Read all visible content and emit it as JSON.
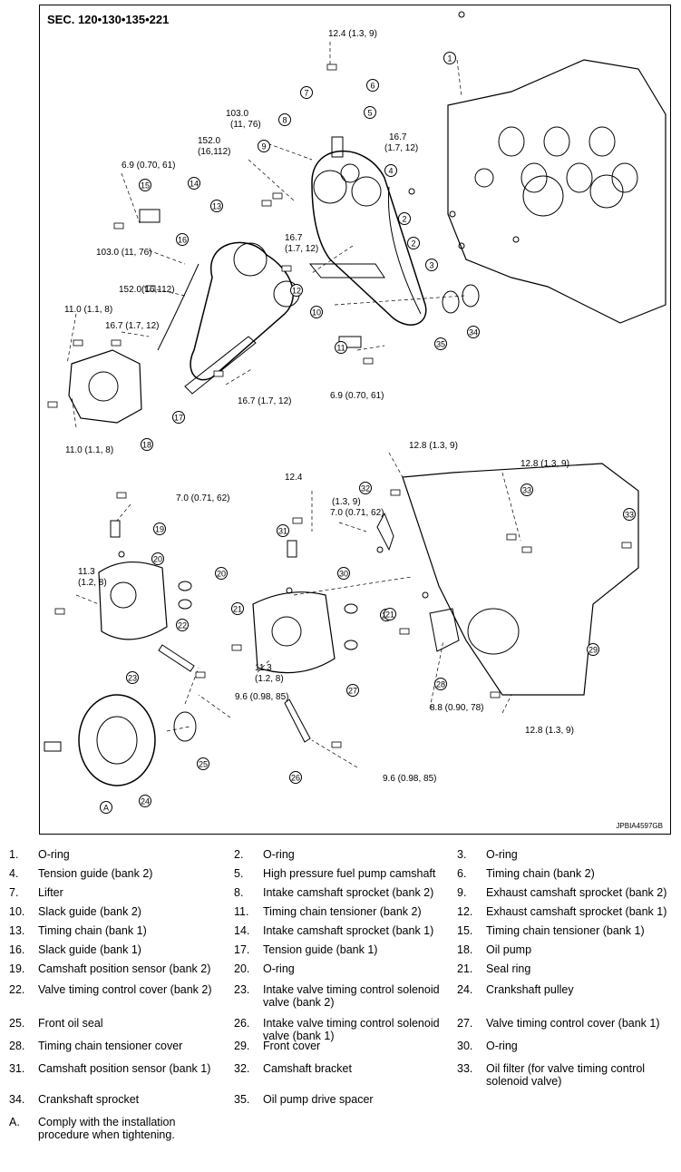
{
  "diagram": {
    "section": "SEC. 120•130•135•221",
    "code": "JPBIA4597GB",
    "torques": [
      "12.4 (1.3, 9)",
      "103.0",
      "(11, 76)",
      "152.0",
      "(16,112)",
      "6.9 (0.70, 61)",
      "16.7",
      "(1.7, 12)",
      "16.7",
      "(1.7, 12)",
      "103.0 (11, 76)",
      "152.0(16,112)",
      "11.0 (1.1, 8)",
      "16.7 (1.7, 12)",
      "16.7 (1.7, 12)",
      "6.9 (0.70, 61)",
      "11.0 (1.1, 8)",
      "12.8 (1.3, 9)",
      "12.8 (1.3, 9)",
      "7.0 (0.71, 62)",
      "12.4",
      "(1.3, 9)",
      "7.0 (0.71, 62)",
      "11.3",
      "(1.2, 8)",
      "11.3",
      "(1.2, 8)",
      "9.6 (0.98, 85)",
      "8.8 (0.90, 78)",
      "12.8 (1.3, 9)",
      "9.6 (0.98, 85)"
    ],
    "callouts": [
      "1",
      "2",
      "2",
      "3",
      "4",
      "5",
      "6",
      "7",
      "8",
      "9",
      "10",
      "11",
      "12",
      "13",
      "14",
      "15",
      "16",
      "17",
      "18",
      "19",
      "20",
      "20",
      "21",
      "21",
      "21",
      "22",
      "23",
      "24",
      "25",
      "26",
      "27",
      "28",
      "29",
      "30",
      "31",
      "32",
      "33",
      "33",
      "34",
      "35",
      "A"
    ]
  },
  "legend": [
    [
      {
        "n": "1.",
        "t": "O-ring"
      },
      {
        "n": "2.",
        "t": "O-ring"
      },
      {
        "n": "3.",
        "t": "O-ring"
      }
    ],
    [
      {
        "n": "4.",
        "t": "Tension guide (bank 2)"
      },
      {
        "n": "5.",
        "t": "High pressure fuel pump camshaft"
      },
      {
        "n": "6.",
        "t": "Timing chain (bank 2)"
      }
    ],
    [
      {
        "n": "7.",
        "t": "Lifter"
      },
      {
        "n": "8.",
        "t": "Intake camshaft sprocket (bank 2)"
      },
      {
        "n": "9.",
        "t": "Exhaust camshaft sprocket (bank 2)"
      }
    ],
    [
      {
        "n": "10.",
        "t": "Slack guide (bank 2)"
      },
      {
        "n": "11.",
        "t": "Timing chain tensioner (bank 2)"
      },
      {
        "n": "12.",
        "t": "Exhaust camshaft sprocket (bank 1)"
      }
    ],
    [
      {
        "n": "13.",
        "t": "Timing chain (bank 1)"
      },
      {
        "n": "14.",
        "t": "Intake camshaft sprocket (bank 1)"
      },
      {
        "n": "15.",
        "t": "Timing chain tensioner (bank 1)"
      }
    ],
    [
      {
        "n": "16.",
        "t": "Slack guide (bank 1)"
      },
      {
        "n": "17.",
        "t": "Tension guide (bank 1)"
      },
      {
        "n": "18.",
        "t": "Oil pump"
      }
    ],
    [
      {
        "n": "19.",
        "t": "Camshaft position sensor (bank 2)"
      },
      {
        "n": "20.",
        "t": "O-ring"
      },
      {
        "n": "21.",
        "t": "Seal ring"
      }
    ],
    [
      {
        "n": "22.",
        "t": "Valve timing control cover (bank 2)"
      },
      {
        "n": "23.",
        "t": "Intake valve timing control solenoid valve (bank 2)"
      },
      {
        "n": "24.",
        "t": "Crankshaft pulley"
      }
    ],
    [
      {
        "n": "25.",
        "t": "Front oil seal"
      },
      {
        "n": "26.",
        "t": "Intake valve timing control solenoid valve (bank 1)"
      },
      {
        "n": "27.",
        "t": "Valve timing control cover (bank 1)"
      }
    ],
    [
      {
        "n": "28.",
        "t": "Timing chain tensioner cover"
      },
      {
        "n": "29.",
        "t": "Front cover"
      },
      {
        "n": "30.",
        "t": "O-ring"
      }
    ],
    [
      {
        "n": "31.",
        "t": "Camshaft position sensor (bank 1)"
      },
      {
        "n": "32.",
        "t": "Camshaft bracket"
      },
      {
        "n": "33.",
        "t": "Oil filter (for valve timing control solenoid valve)"
      }
    ],
    [
      {
        "n": "34.",
        "t": "Crankshaft sprocket"
      },
      {
        "n": "35.",
        "t": "Oil pump drive spacer"
      },
      {
        "n": "",
        "t": ""
      }
    ],
    [
      {
        "n": "A.",
        "t": "Comply with the installation procedure when tightening."
      },
      {
        "n": "",
        "t": ""
      },
      {
        "n": "",
        "t": ""
      }
    ]
  ]
}
